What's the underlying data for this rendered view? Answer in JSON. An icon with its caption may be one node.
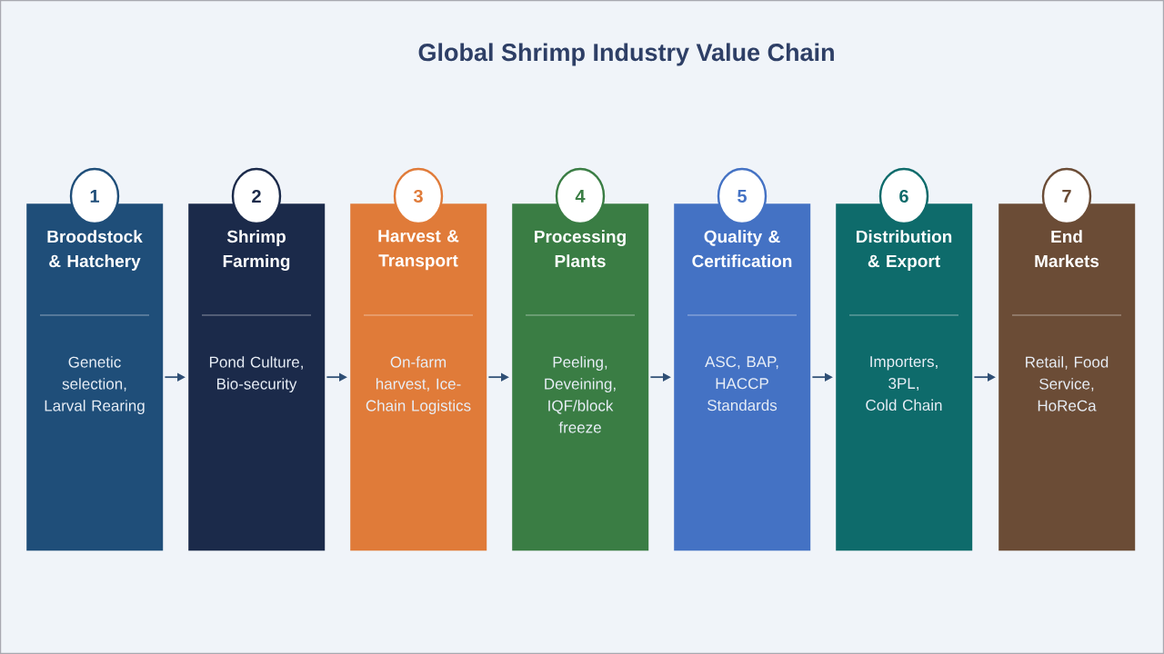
{
  "diagram": {
    "title": "Global Shrimp Industry Value Chain",
    "nodes": [
      {
        "text": [
          "1"
        ]
      },
      {
        "text": [
          "Broodstock & Hatchery",
          "Genetic selection, Larval Rearing"
        ]
      },
      {
        "text": [
          "2"
        ]
      },
      {
        "text": [
          "Shrimp Farming",
          "Pond Culture, Bio-security"
        ]
      },
      {
        "text": [
          "3"
        ]
      },
      {
        "text": [
          "Harvest & Transport",
          "On-farm harvest, Ice-Chain Logistics"
        ]
      },
      {
        "text": [
          "4"
        ]
      },
      {
        "text": [
          "Processing Plants",
          "Peeling, Deveining, IQF/block freeze"
        ]
      },
      {
        "text": [
          "5"
        ]
      },
      {
        "text": [
          "Quality & Certification",
          "ASC, BAP, HACCP Standards"
        ]
      },
      {
        "text": [
          "6"
        ]
      },
      {
        "text": [
          "Distribution & Export",
          "Importers, 3PL, Cold Chain"
        ]
      },
      {
        "text": [
          "7"
        ]
      },
      {
        "text": [
          "End Markets",
          "Retail, Food Service, HoReCa"
        ]
      }
    ],
    "edges": [
      {
        "from": 1,
        "to": 3,
        "arrow": "to"
      },
      {
        "from": 3,
        "to": 5,
        "arrow": "to"
      },
      {
        "from": 5,
        "to": 7,
        "arrow": "to"
      },
      {
        "from": 7,
        "to": 9,
        "arrow": "to"
      },
      {
        "from": 9,
        "to": 11,
        "arrow": "to"
      },
      {
        "from": 11,
        "to": 13,
        "arrow": "to"
      }
    ]
  }
}
